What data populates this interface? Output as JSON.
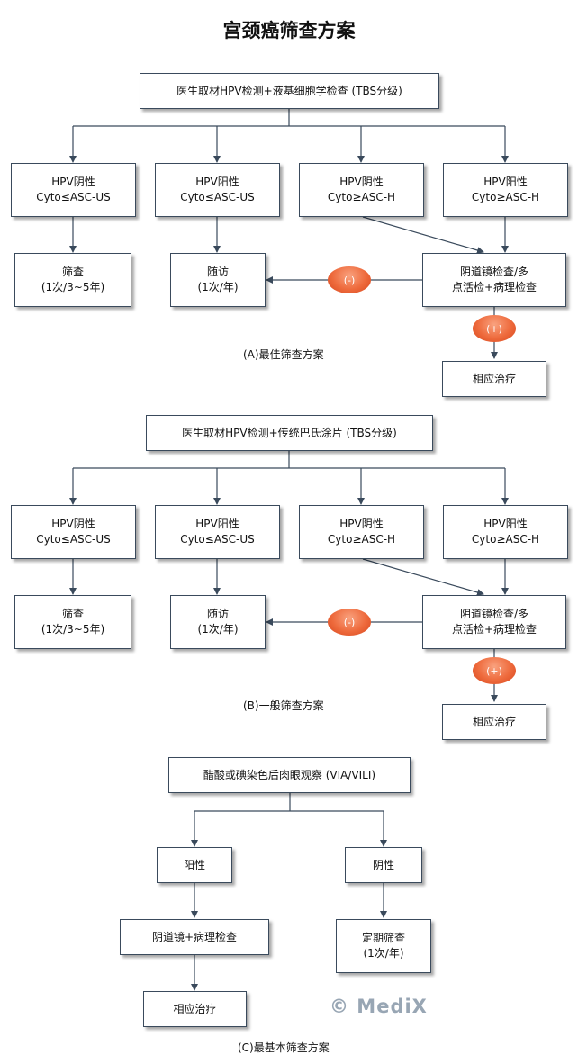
{
  "title": "宫颈癌筛查方案",
  "watermark": "© MediX",
  "section_a": {
    "root": "医生取材HPV检测+液基细胞学检查 (TBS分级)",
    "hpv_neg_1": [
      "HPV阴性",
      "Cyto≤ASC-US"
    ],
    "hpv_pos_1": [
      "HPV阳性",
      "Cyto≤ASC-US"
    ],
    "hpv_neg_2": [
      "HPV阴性",
      "Cyto≥ASC-H"
    ],
    "hpv_pos_2": [
      "HPV阳性",
      "Cyto≥ASC-H"
    ],
    "screen": [
      "筛查",
      "(1次/3~5年)"
    ],
    "followup": [
      "随访",
      "(1次/年)"
    ],
    "colposcopy": [
      "阴道镜检查/多",
      "点活检+病理检查"
    ],
    "treatment": "相应治疗",
    "neg_badge": "(-)",
    "pos_badge": "(+)",
    "caption": "(A)最佳筛查方案"
  },
  "section_b": {
    "root": "医生取材HPV检测+传统巴氏涂片 (TBS分级)",
    "hpv_neg_1": [
      "HPV阴性",
      "Cyto≤ASC-US"
    ],
    "hpv_pos_1": [
      "HPV阳性",
      "Cyto≤ASC-US"
    ],
    "hpv_neg_2": [
      "HPV阴性",
      "Cyto≥ASC-H"
    ],
    "hpv_pos_2": [
      "HPV阳性",
      "Cyto≥ASC-H"
    ],
    "screen": [
      "筛查",
      "(1次/3~5年)"
    ],
    "followup": [
      "随访",
      "(1次/年)"
    ],
    "colposcopy": [
      "阴道镜检查/多",
      "点活检+病理检查"
    ],
    "treatment": "相应治疗",
    "neg_badge": "(-)",
    "pos_badge": "(+)",
    "caption": "(B)一般筛查方案"
  },
  "section_c": {
    "root": "醋酸或碘染色后肉眼观察 (VIA/VILI)",
    "positive": "阳性",
    "negative": "阴性",
    "colposcopy": "阴道镜+病理检查",
    "regular": [
      "定期筛查",
      "(1次/年)"
    ],
    "treatment": "相应治疗",
    "caption": "(C)最基本筛查方案"
  }
}
